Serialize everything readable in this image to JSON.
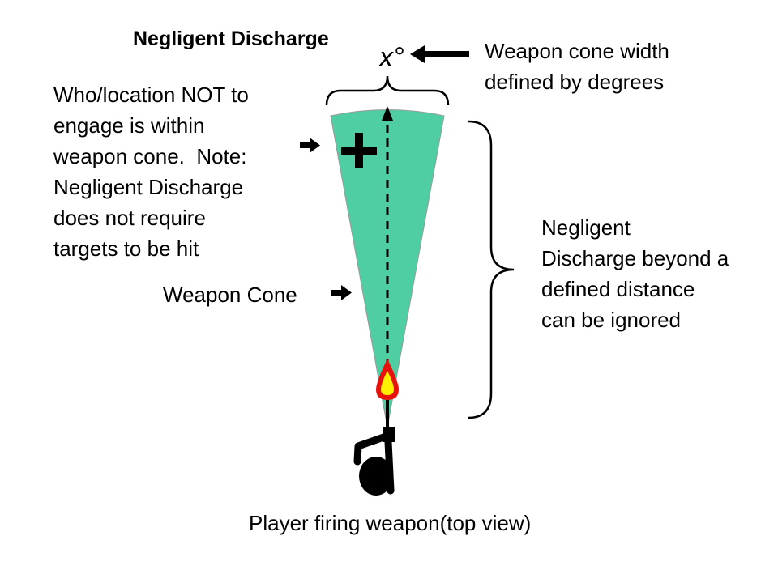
{
  "title": "Negligent Discharge",
  "angle_label": "x°",
  "labels": {
    "weapon_cone_width": [
      "Weapon cone width",
      "defined by degrees"
    ],
    "not_to_engage": [
      "Who/location NOT to",
      "engage is within",
      "weapon cone.  Note:",
      "Negligent Discharge",
      "does not require",
      "targets to be hit"
    ],
    "weapon_cone": "Weapon Cone",
    "ignored_distance": [
      "Negligent",
      "Discharge beyond a",
      "defined distance",
      "can be ignored"
    ],
    "player": "Player firing weapon(top view)"
  },
  "icons": {
    "cross": "plus-icon",
    "muzzle_flash": "flame-icon",
    "player": "person-top-view-icon"
  },
  "colors": {
    "cone_fill": "#4fcea3",
    "flame_outer": "#e8120c",
    "flame_inner": "#ffef00"
  }
}
